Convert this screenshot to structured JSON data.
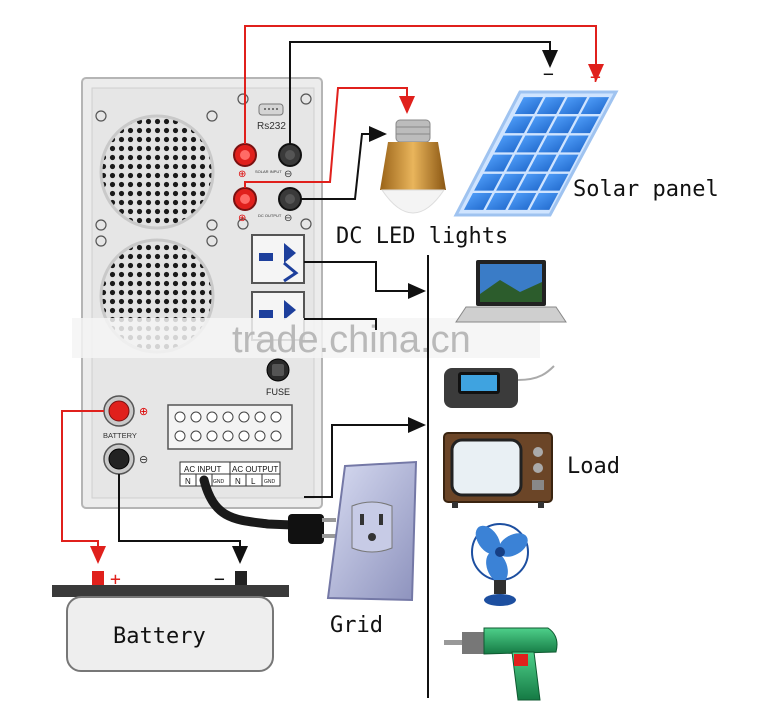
{
  "labels": {
    "rs232": "Rs232",
    "solar_input": "SOLAR INPUT",
    "dc_output": "DC OUTPUT",
    "battery_port": "BATTERY",
    "fuse": "FUSE",
    "ac_input": "AC INPUT",
    "ac_output": "AC OUTPUT",
    "n": "N",
    "l": "L",
    "gnd": "GND",
    "plus": "+",
    "minus": "−",
    "plus_small": "⊕",
    "minus_small": "⊖"
  },
  "captions": {
    "solar_panel": "Solar panel",
    "dc_led_lights": "DC LED lights",
    "load": "Load",
    "grid": "Grid",
    "battery": "Battery"
  },
  "watermark": "trade.china.cn",
  "colors": {
    "positive_wire": "#e0201c",
    "negative_wire": "#111111",
    "inverter_body": "#eaeaea",
    "solar_cell": "#2f7fe0"
  }
}
